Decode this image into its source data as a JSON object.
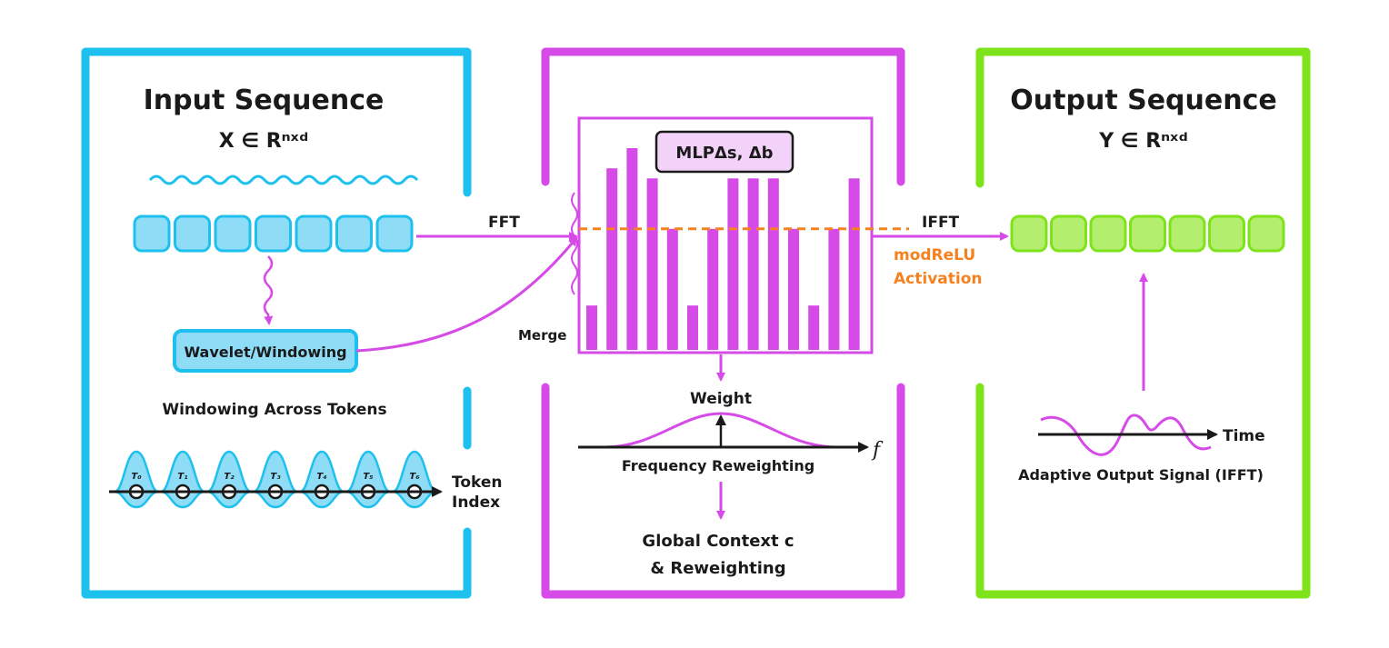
{
  "colors": {
    "input": "#1ec0ee",
    "input_fill": "#8fdcf7",
    "middle": "#d64ae8",
    "middle_fill": "#e7a8f3",
    "output": "#7ee31a",
    "output_fill": "#b4ee6e",
    "activation": "#f5821f",
    "ink": "#1a1a1a"
  },
  "input_panel": {
    "title": "Input Sequence",
    "subtitle": "X ∈ Rⁿˣᵈ",
    "window_box": "Wavelet/Windowing",
    "caption": "Windowing Across Tokens",
    "tokens": [
      "T₀",
      "T₁",
      "T₂",
      "T₃",
      "T₄",
      "T₅",
      "T₆"
    ],
    "axis_label_1": "Token",
    "axis_label_2": "Index",
    "block_count": 7
  },
  "middle_panel": {
    "fft_label": "FFT",
    "mlp_label": "MLPΔs, Δb",
    "merge_label": "Merge",
    "ifft_label": "IFFT",
    "activation_1": "modReLU",
    "activation_2": "Activation",
    "spectrum_levels": [
      0.22,
      0.9,
      1.0,
      0.85,
      0.6,
      0.22,
      0.6,
      0.85,
      0.85,
      0.85,
      0.6,
      0.22,
      0.6,
      0.85
    ],
    "threshold_level": 0.6,
    "weight_label": "Weight",
    "freq_symbol": "f",
    "reweight_label": "Frequency Reweighting",
    "context_1": "Global Context c",
    "context_2": "& Reweighting"
  },
  "output_panel": {
    "title": "Output Sequence",
    "subtitle": "Y ∈ Rⁿˣᵈ",
    "time_label": "Time",
    "caption": "Adaptive Output Signal (IFFT)",
    "block_count": 7
  }
}
